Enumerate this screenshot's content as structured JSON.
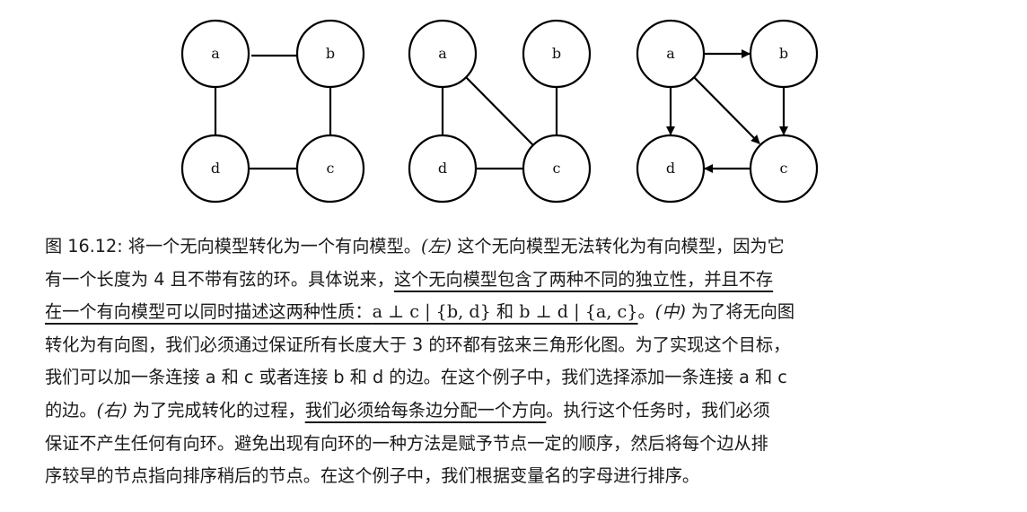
{
  "figure": {
    "nodes": [
      "a",
      "b",
      "c",
      "d"
    ]
  },
  "caption": {
    "l1_a": "图 16.12: 将一个无向模型转化为一个有向模型。",
    "l1_b": "(左)",
    "l1_c": " 这个无向模型无法转化为有向模型，因为它",
    "l2_a": "有一个长度为 4 且不带有弦的环。具体说来，",
    "l2_b": "这个无向模型包含了两种不同的独立性，并且不存",
    "l3_a": "在一个有向模型可以同时描述这两种性质：",
    "l3_math": "a ⊥ c | {b, d} 和 b ⊥ d | {a, c}",
    "l3_b": "。",
    "l3_c": "(中)",
    "l3_d": " 为了将无向图",
    "l4": "转化为有向图，我们必须通过保证所有长度大于 3 的环都有弦来三角形化图。为了实现这个目标，",
    "l5": "我们可以加一条连接 a 和 c 或者连接 b 和 d 的边。在这个例子中，我们选择添加一条连接 a 和 c",
    "l6_a": "的边。",
    "l6_b": "(右)",
    "l6_c": " 为了完成转化的过程，",
    "l6_d": "我们必须给每条边分配一个方向",
    "l6_e": "。执行这个任务时，我们必须",
    "l7": "保证不产生任何有向环。避免出现有向环的一种方法是赋予节点一定的顺序，然后将每个边从排",
    "l8": "序较早的节点指向排序稍后的节点。在这个例子中，我们根据变量名的字母进行排序。"
  }
}
